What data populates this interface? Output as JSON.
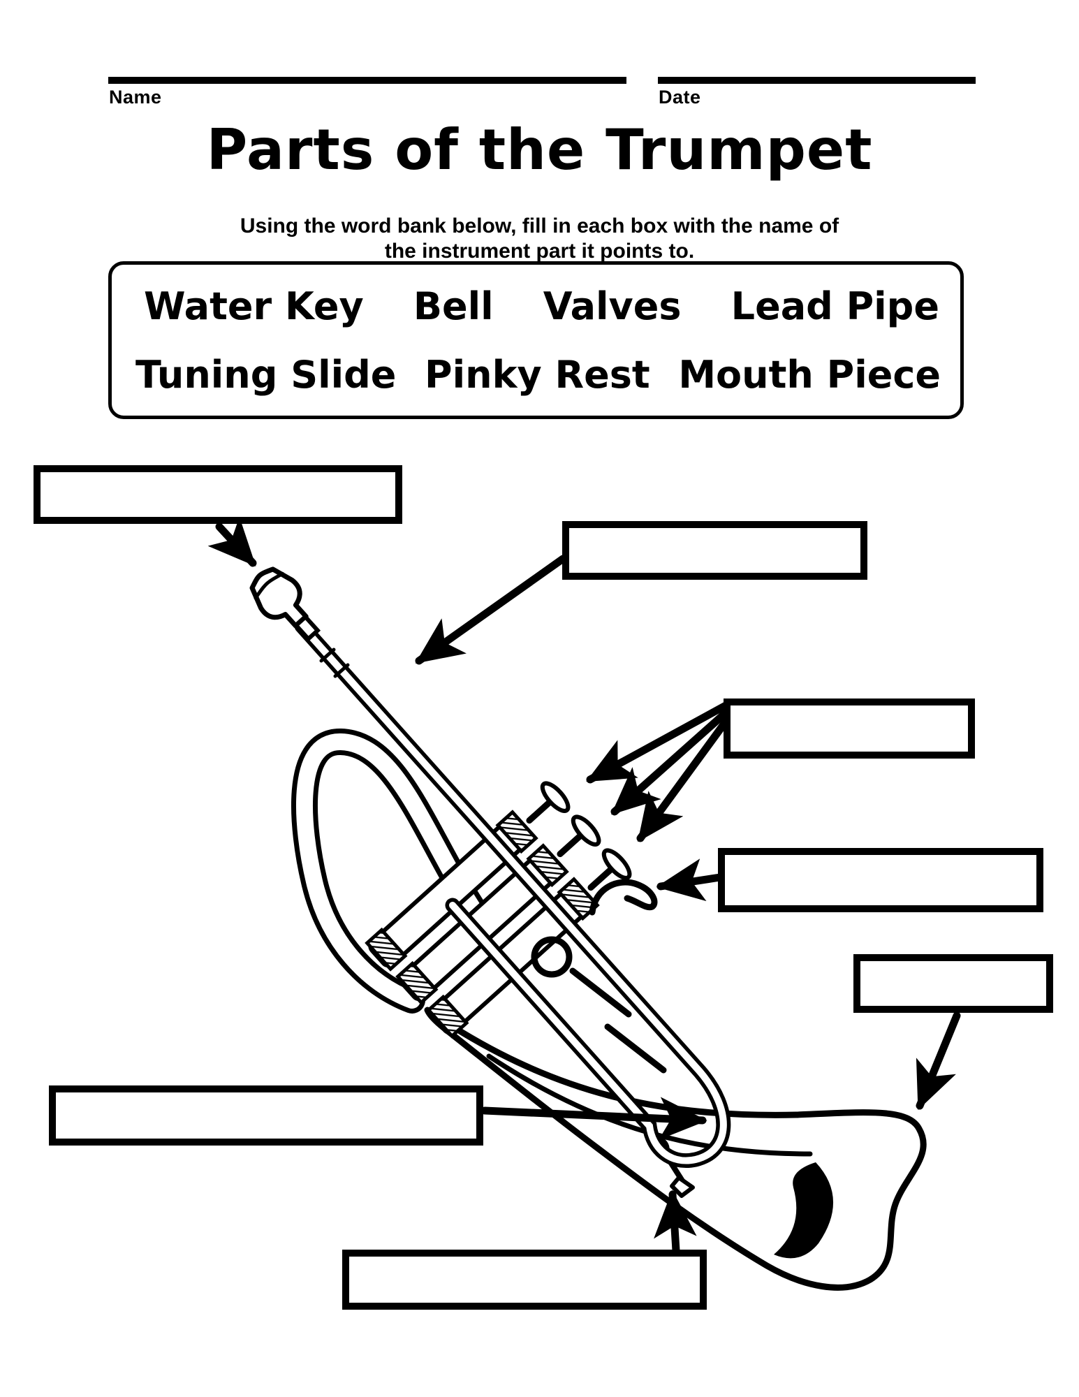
{
  "page": {
    "background": "#ffffff",
    "ink": "#000000"
  },
  "header": {
    "name_label": "Name",
    "date_label": "Date"
  },
  "title": "Parts of the Trumpet",
  "instructions": {
    "line1": "Using the word bank below, fill in each box with the name of",
    "line2": "the instrument part it points to."
  },
  "word_bank": {
    "row1": [
      "Water Key",
      "Bell",
      "Valves",
      "Lead Pipe"
    ],
    "row2": [
      "Tuning Slide",
      "Pinky Rest",
      "Mouth Piece"
    ]
  },
  "answer_boxes": [
    {
      "id": "box-mouth-piece",
      "value": ""
    },
    {
      "id": "box-lead-pipe",
      "value": ""
    },
    {
      "id": "box-valves",
      "value": ""
    },
    {
      "id": "box-pinky-rest",
      "value": ""
    },
    {
      "id": "box-bell",
      "value": ""
    },
    {
      "id": "box-tuning-slide",
      "value": ""
    },
    {
      "id": "box-water-key",
      "value": ""
    }
  ]
}
